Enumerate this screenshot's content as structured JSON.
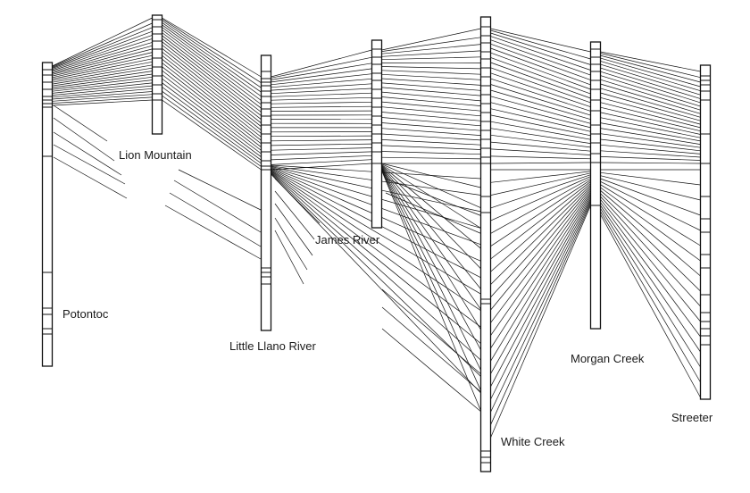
{
  "diagram": {
    "type": "stratigraphic-correlation",
    "columns": [
      {
        "name": "Potontoc"
      },
      {
        "name": "Lion Mountain"
      },
      {
        "name": "Little Llano River"
      },
      {
        "name": "James River"
      },
      {
        "name": "White Creek"
      },
      {
        "name": "Morgan Creek"
      },
      {
        "name": "Streeter"
      }
    ]
  }
}
